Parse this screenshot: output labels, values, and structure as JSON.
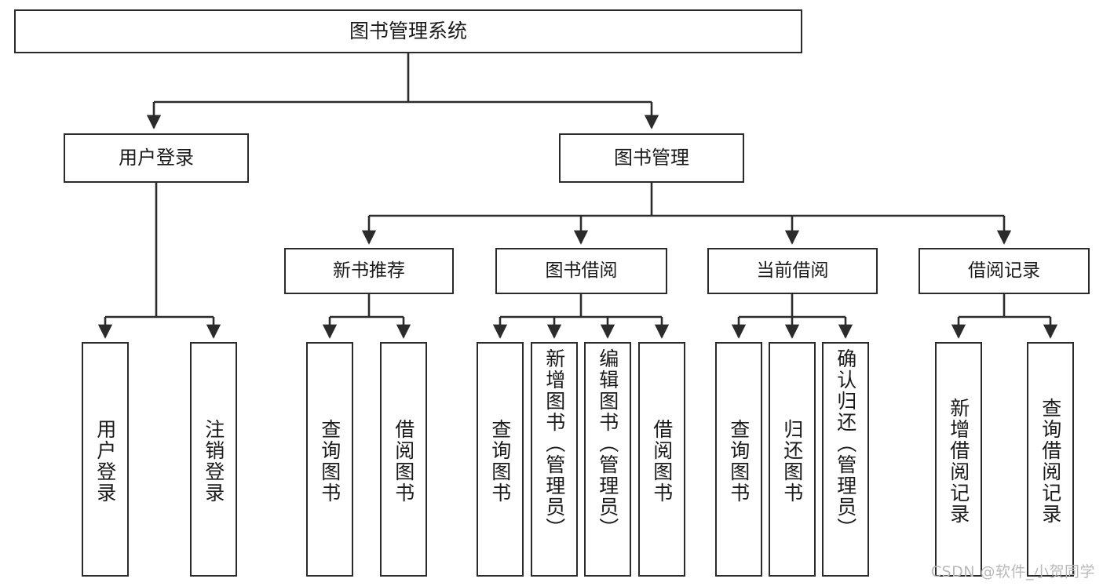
{
  "diagram": {
    "title": "图书管理系统",
    "type": "tree",
    "root": {
      "id": "root",
      "label": "图书管理系统"
    },
    "level2": [
      {
        "id": "user-login",
        "label": "用户登录"
      },
      {
        "id": "book-manage",
        "label": "图书管理"
      }
    ],
    "level3": [
      {
        "id": "new-book-recommend",
        "label": "新书推荐"
      },
      {
        "id": "book-borrow",
        "label": "图书借阅"
      },
      {
        "id": "current-borrow",
        "label": "当前借阅"
      },
      {
        "id": "borrow-record",
        "label": "借阅记录"
      }
    ],
    "leaves": {
      "user_login": [
        {
          "id": "leaf-user-login",
          "label": "用户登录"
        },
        {
          "id": "leaf-logout",
          "label": "注销登录"
        }
      ],
      "new_book_recommend": [
        {
          "id": "leaf-query-book-1",
          "label": "查询图书"
        },
        {
          "id": "leaf-borrow-book-1",
          "label": "借阅图书"
        }
      ],
      "book_borrow": [
        {
          "id": "leaf-query-book-2",
          "label": "查询图书"
        },
        {
          "id": "leaf-add-book",
          "label": "新增图书（管理员）"
        },
        {
          "id": "leaf-edit-book",
          "label": "编辑图书（管理员）"
        },
        {
          "id": "leaf-borrow-book-2",
          "label": "借阅图书"
        }
      ],
      "current_borrow": [
        {
          "id": "leaf-query-book-3",
          "label": "查询图书"
        },
        {
          "id": "leaf-return-book",
          "label": "归还图书"
        },
        {
          "id": "leaf-confirm-return",
          "label": "确认归还（管理员）"
        }
      ],
      "borrow_record": [
        {
          "id": "leaf-add-record",
          "label": "新增借阅记录"
        },
        {
          "id": "leaf-query-record",
          "label": "查询借阅记录"
        }
      ]
    }
  },
  "watermark": {
    "text": "CSDN @软件_小贺同学"
  },
  "colors": {
    "stroke": "#2b2b2b",
    "box_fill": "#ffffff",
    "text": "#1a1a1a",
    "watermark": "#b9b9b9",
    "background": "#ffffff"
  }
}
